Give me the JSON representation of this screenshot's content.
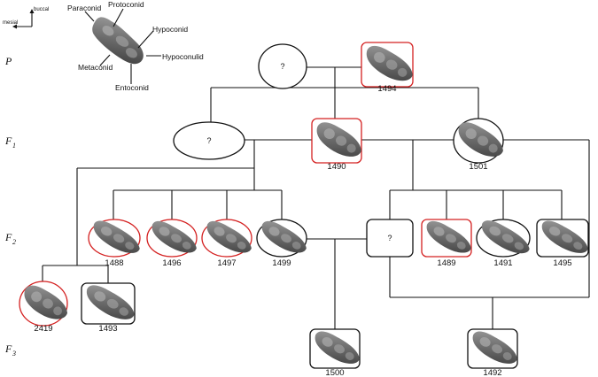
{
  "axes": {
    "vertical": "buccal",
    "horizontal": "mesial"
  },
  "anatomy": {
    "labels": [
      "Paraconid",
      "Protoconid",
      "Hypoconid",
      "Hypoconulid",
      "Metaconid",
      "Entoconid"
    ]
  },
  "generations": [
    {
      "main": "P",
      "sub": ""
    },
    {
      "main": "F",
      "sub": "1"
    },
    {
      "main": "F",
      "sub": "2"
    },
    {
      "main": "F",
      "sub": "3"
    }
  ],
  "individuals": [
    {
      "id": "1494",
      "label": "1494",
      "sex": "male",
      "highlight": "red"
    },
    {
      "id": "unknown-p",
      "label": "?",
      "sex": "female",
      "highlight": "black"
    },
    {
      "id": "unknown-f1",
      "label": "?",
      "sex": "female",
      "highlight": "black"
    },
    {
      "id": "1490",
      "label": "1490",
      "sex": "male",
      "highlight": "red"
    },
    {
      "id": "1501",
      "label": "1501",
      "sex": "female",
      "highlight": "black"
    },
    {
      "id": "1488",
      "label": "1488",
      "sex": "female",
      "highlight": "red"
    },
    {
      "id": "1496",
      "label": "1496",
      "sex": "female",
      "highlight": "red"
    },
    {
      "id": "1497",
      "label": "1497",
      "sex": "female",
      "highlight": "red"
    },
    {
      "id": "1499",
      "label": "1499",
      "sex": "female",
      "highlight": "black"
    },
    {
      "id": "unknown-f2",
      "label": "?",
      "sex": "male",
      "highlight": "black"
    },
    {
      "id": "1489",
      "label": "1489",
      "sex": "male",
      "highlight": "red"
    },
    {
      "id": "1491",
      "label": "1491",
      "sex": "female",
      "highlight": "black"
    },
    {
      "id": "1495",
      "label": "1495",
      "sex": "male",
      "highlight": "black"
    },
    {
      "id": "2419",
      "label": "2419",
      "sex": "female",
      "highlight": "red"
    },
    {
      "id": "1493",
      "label": "1493",
      "sex": "male",
      "highlight": "black"
    },
    {
      "id": "1500",
      "label": "1500",
      "sex": "male",
      "highlight": "black"
    },
    {
      "id": "1492",
      "label": "1492",
      "sex": "male",
      "highlight": "black"
    }
  ],
  "colors": {
    "affected": "#d42020",
    "outline": "#111111",
    "tooth": "#6f6f6f"
  }
}
